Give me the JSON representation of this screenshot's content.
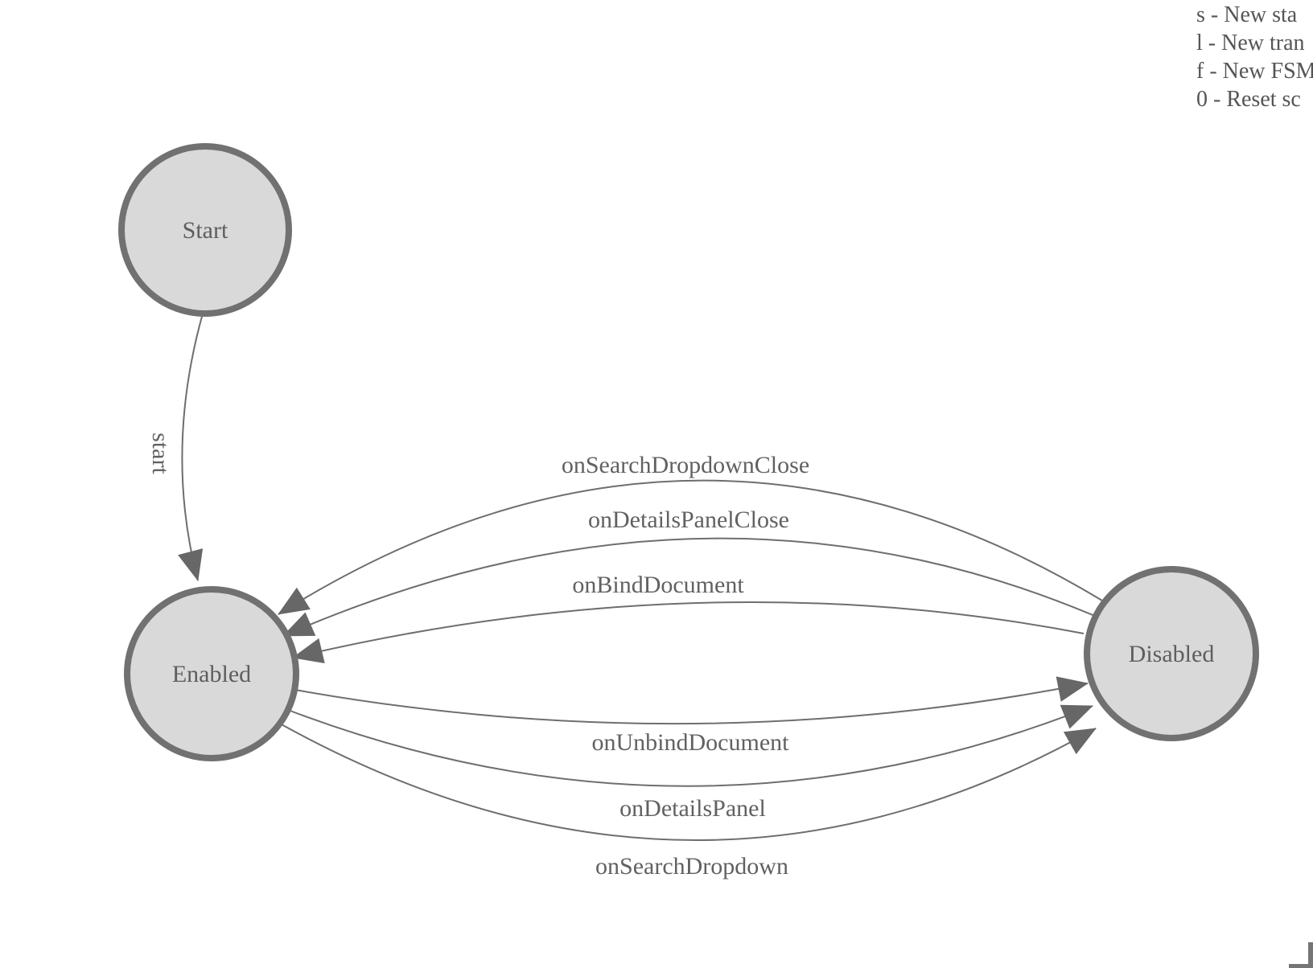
{
  "diagram": {
    "type": "finite-state-machine",
    "nodes": [
      {
        "id": "start",
        "label": "Start"
      },
      {
        "id": "enabled",
        "label": "Enabled"
      },
      {
        "id": "disabled",
        "label": "Disabled"
      }
    ],
    "edges": [
      {
        "id": "start",
        "label": "start",
        "from": "Start",
        "to": "Enabled"
      },
      {
        "id": "onSearchDropdownClose",
        "label": "onSearchDropdownClose",
        "from": "Disabled",
        "to": "Enabled"
      },
      {
        "id": "onDetailsPanelClose",
        "label": "onDetailsPanelClose",
        "from": "Disabled",
        "to": "Enabled"
      },
      {
        "id": "onBindDocument",
        "label": "onBindDocument",
        "from": "Disabled",
        "to": "Enabled"
      },
      {
        "id": "onUnbindDocument",
        "label": "onUnbindDocument",
        "from": "Enabled",
        "to": "Disabled"
      },
      {
        "id": "onDetailsPanel",
        "label": "onDetailsPanel",
        "from": "Enabled",
        "to": "Disabled"
      },
      {
        "id": "onSearchDropdown",
        "label": "onSearchDropdown",
        "from": "Enabled",
        "to": "Disabled"
      }
    ]
  },
  "legend": {
    "lines": [
      "s - New sta",
      "l - New tran",
      "f - New FSM",
      "0 - Reset sc"
    ]
  },
  "colors": {
    "background": "#ffffff",
    "node_fill": "#d9d9d9",
    "node_border": "#717171",
    "edge_line": "#6e6e6e",
    "arrowhead": "#676767",
    "label_text": "#616161",
    "legend_text": "#555555"
  }
}
